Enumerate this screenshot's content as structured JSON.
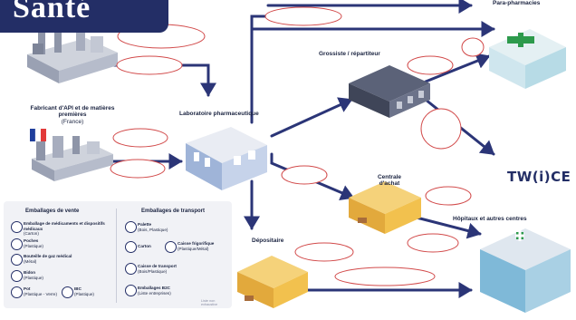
{
  "banner": {
    "title": "Santé"
  },
  "logo": {
    "text": "TW(i)CE"
  },
  "nodes": {
    "para_pharmacies": "Para-pharmacies",
    "grossiste": "Grossiste / répartiteur",
    "fabricant": "Fabricant d'API et de matières premières",
    "fabricant_sub": "(France)",
    "laboratoire": "Laboratoire pharmaceutique",
    "centrale": "Centrale d'achat",
    "hopitaux": "Hôpitaux et autres centres",
    "depositaire": "Dépositaire"
  },
  "legend": {
    "vente_title": "Emballages de vente",
    "transport_title": "Emballages de transport",
    "vente": [
      {
        "label": "Emballage de médicaments et dispositifs médicaux",
        "sub": "(Carton)"
      },
      {
        "label": "Poches",
        "sub": "(Plastique)"
      },
      {
        "label": "Bouteille de gaz médical",
        "sub": "(Métal)"
      },
      {
        "label": "Bidon",
        "sub": "(Plastique)"
      },
      {
        "label": "Pot",
        "sub": "(Plastique - Verre)"
      },
      {
        "label": "IBC",
        "sub": "(Plastique)"
      }
    ],
    "transport": [
      {
        "label": "Palette",
        "sub": "(Bois, Plastique)"
      },
      {
        "label": "Carton",
        "sub": ""
      },
      {
        "label": "Caisse frigorifique",
        "sub": "(Plastique/Métal)"
      },
      {
        "label": "Caisse de transport",
        "sub": "(Bois/Plastique)"
      },
      {
        "label": "Emballages B2C",
        "sub": "(Liste entreprises)"
      }
    ],
    "footnote": "Liste non exhaustive"
  },
  "colors": {
    "navy": "#232e66",
    "arrow": "#2b3577",
    "bubble_border": "#d24b4b",
    "legend_bg": "#f1f2f6",
    "building_yellow": "#f2c14e",
    "hospital_blue": "#7fb9d8"
  }
}
